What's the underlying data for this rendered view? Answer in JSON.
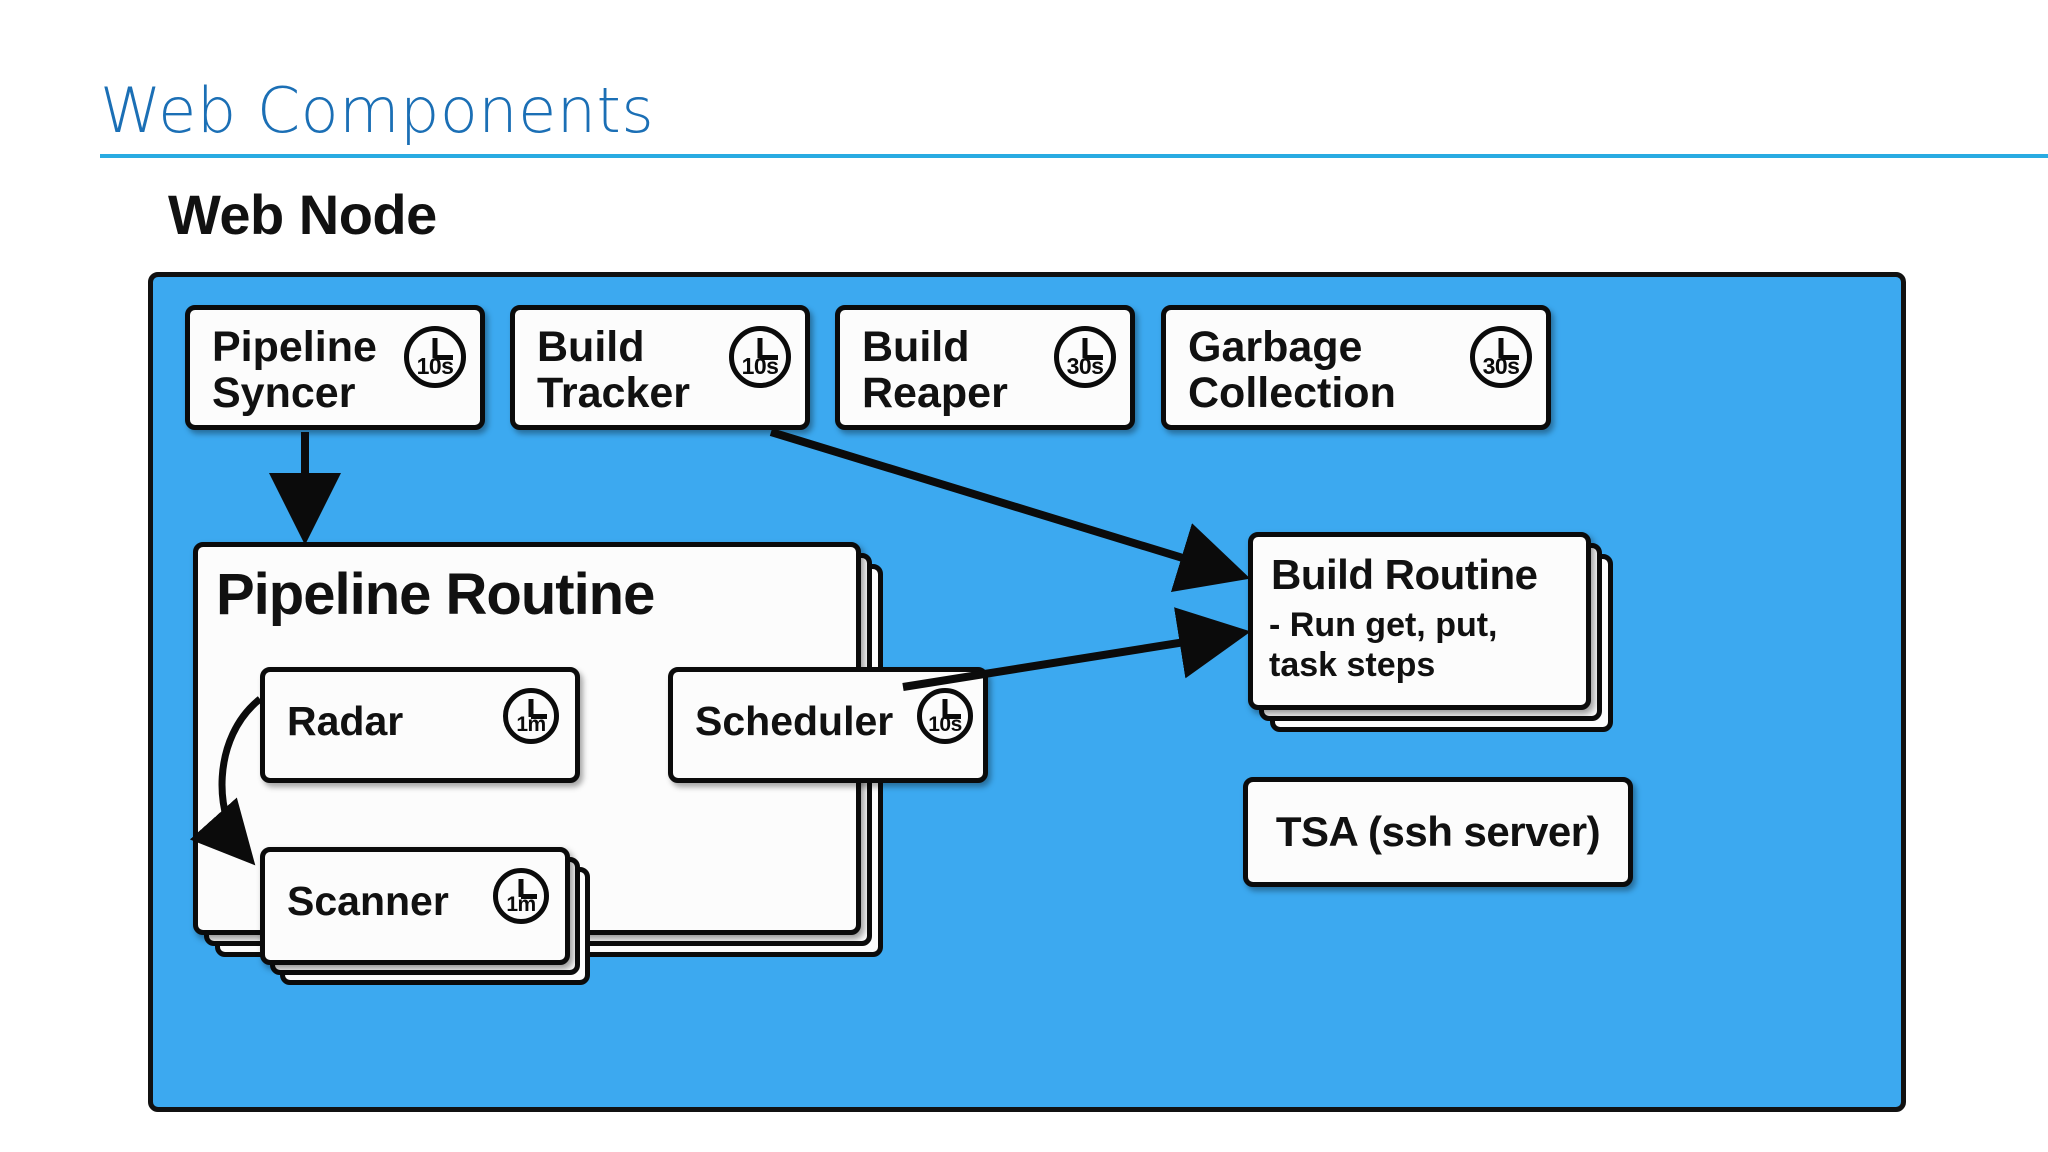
{
  "slide": {
    "title": "Web Components",
    "title_color": "#1B6FB5",
    "rule_color": "#29ABE2"
  },
  "diagram": {
    "heading": "Web Node",
    "panel_color": "#3CA9F0",
    "card_color": "#FCFCFC",
    "stroke_color": "#0B0B0B",
    "workers": [
      {
        "name": "pipeline-syncer",
        "label": "Pipeline\nSyncer",
        "interval": "10s",
        "clock_icon": "clock-icon"
      },
      {
        "name": "build-tracker",
        "label": "Build\nTracker",
        "interval": "10s",
        "clock_icon": "clock-icon"
      },
      {
        "name": "build-reaper",
        "label": "Build\nReaper",
        "interval": "30s",
        "clock_icon": "clock-icon"
      },
      {
        "name": "garbage-collection",
        "label": "Garbage\nCollection",
        "interval": "30s",
        "clock_icon": "clock-icon"
      }
    ],
    "pipeline_routine": {
      "title": "Pipeline Routine",
      "stacked": true,
      "children": [
        {
          "name": "radar",
          "label": "Radar",
          "interval": "1m",
          "clock_icon": "clock-icon",
          "stacked": false
        },
        {
          "name": "scheduler",
          "label": "Scheduler",
          "interval": "10s",
          "clock_icon": "clock-icon",
          "stacked": false
        },
        {
          "name": "scanner",
          "label": "Scanner",
          "interval": "1m",
          "clock_icon": "clock-icon",
          "stacked": true
        }
      ]
    },
    "build_routine": {
      "title": "Build Routine",
      "body": "- Run get, put,\n  task steps",
      "stacked": true
    },
    "tsa": {
      "label": "TSA (ssh server)"
    },
    "arrows": [
      {
        "name": "arrow-pipeline-syncer-to-pipeline-routine",
        "from": "pipeline-syncer",
        "to": "pipeline-routine",
        "style": "straight-down"
      },
      {
        "name": "arrow-build-tracker-to-build-routine",
        "from": "build-tracker",
        "to": "build-routine",
        "style": "diagonal"
      },
      {
        "name": "arrow-scheduler-to-build-routine",
        "from": "scheduler",
        "to": "build-routine",
        "style": "horizontal"
      },
      {
        "name": "arrow-radar-to-scanner",
        "from": "radar",
        "to": "scanner",
        "style": "curved-loop"
      }
    ]
  }
}
